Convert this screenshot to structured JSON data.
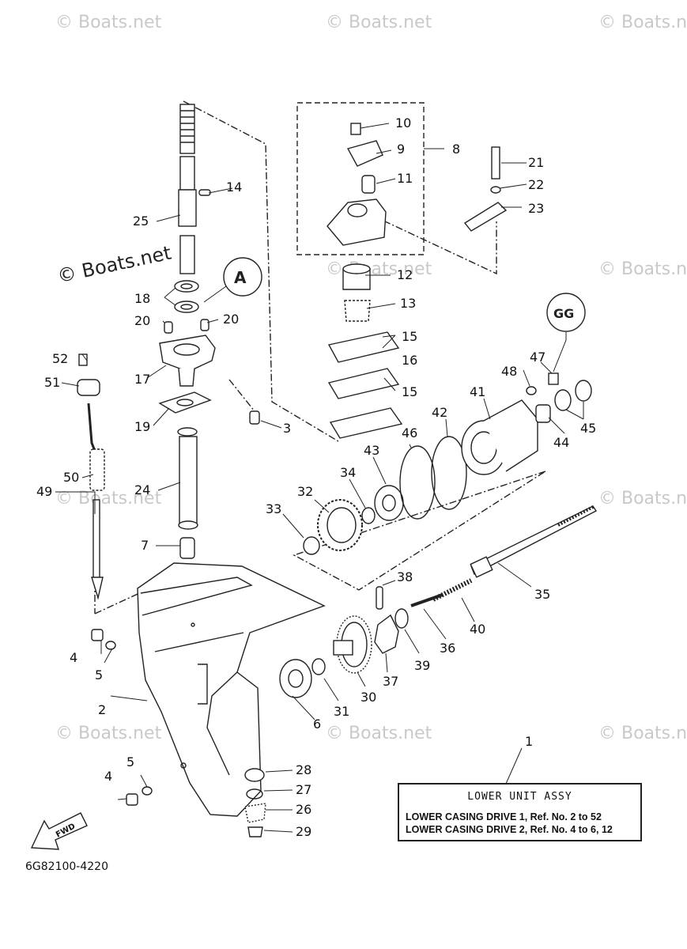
{
  "watermark": "© Boats.net",
  "watermark_main": "© Boats.net",
  "part_code": "6G82100-4220",
  "fwd_label": "FWD",
  "assy_box": {
    "title": "LOWER UNIT ASSY",
    "line1": "LOWER CASING DRIVE 1, Ref. No. 2 to 52",
    "line2": "LOWER CASING DRIVE 2, Ref. No. 4 to 6, 12"
  },
  "callouts": {
    "c1": "1",
    "c2": "2",
    "c3": "3",
    "c4a": "4",
    "c4b": "4",
    "c5a": "5",
    "c5b": "5",
    "c6": "6",
    "c7": "7",
    "c8": "8",
    "c9": "9",
    "c10": "10",
    "c11": "11",
    "c12": "12",
    "c13": "13",
    "c14": "14",
    "c15a": "15",
    "c15b": "15",
    "c16": "16",
    "c17": "17",
    "c18": "18",
    "c19": "19",
    "c20a": "20",
    "c20b": "20",
    "c21": "21",
    "c22": "22",
    "c23": "23",
    "c24": "24",
    "c25": "25",
    "c26": "26",
    "c27": "27",
    "c28": "28",
    "c29": "29",
    "c30": "30",
    "c31": "31",
    "c32": "32",
    "c33": "33",
    "c34": "34",
    "c35": "35",
    "c36": "36",
    "c37": "37",
    "c38": "38",
    "c39": "39",
    "c40": "40",
    "c41": "41",
    "c42": "42",
    "c43": "43",
    "c44": "44",
    "c45": "45",
    "c46": "46",
    "c47": "47",
    "c48": "48",
    "c49": "49",
    "c50": "50",
    "c51": "51",
    "c52": "52"
  },
  "grease_badges": {
    "a": "A",
    "b": "GG"
  }
}
